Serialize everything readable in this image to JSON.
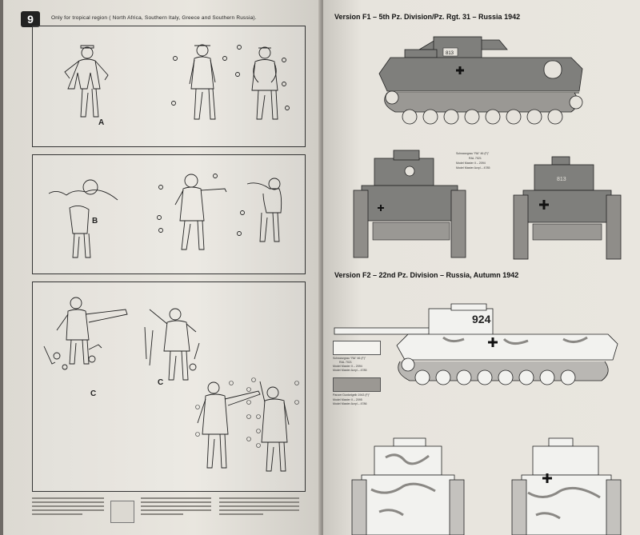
{
  "left_page": {
    "step_number": "9",
    "step_note": "Only for tropical region ( North Africa, Southern Italy, Greece and Southern Russia).",
    "figure_labels": [
      "A",
      "B",
      "C",
      "C"
    ]
  },
  "right_page": {
    "versions": [
      {
        "title": "Version F1 – 5th Pz. Division/Pz. Rgt. 31 – Russia 1942",
        "turret_number": "813",
        "paint": [
          "Schwarzgrau “ЯA” 46 (F)”",
          "RAL 7021",
          "Model Master II – 2094",
          "Model Master Acryl – 4785"
        ]
      },
      {
        "title": "Version F2 – 22nd Pz. Division – Russia, Autumn 1942",
        "turret_number": "924",
        "paint": [
          "Schwarzgrau “ЯA” 46 (F)”",
          "RAL 7021",
          "Model Master II – 2094",
          "Model Master Acryl – 4785"
        ],
        "paint2": [
          "Panzer Dunkelgelb 1943 (F)”",
          "Model Master II – 2095",
          "Model Master Acryl – 4786"
        ]
      }
    ]
  },
  "colors": {
    "paper": "#e6e3dc",
    "ink": "#222222",
    "dark_grey": "#7f7f7c",
    "white_camo": "#f2f2ef"
  },
  "icons": [
    "figure-drawings",
    "tank-side-view",
    "tank-front-view",
    "tank-rear-view",
    "balkenkreuz-icon"
  ]
}
